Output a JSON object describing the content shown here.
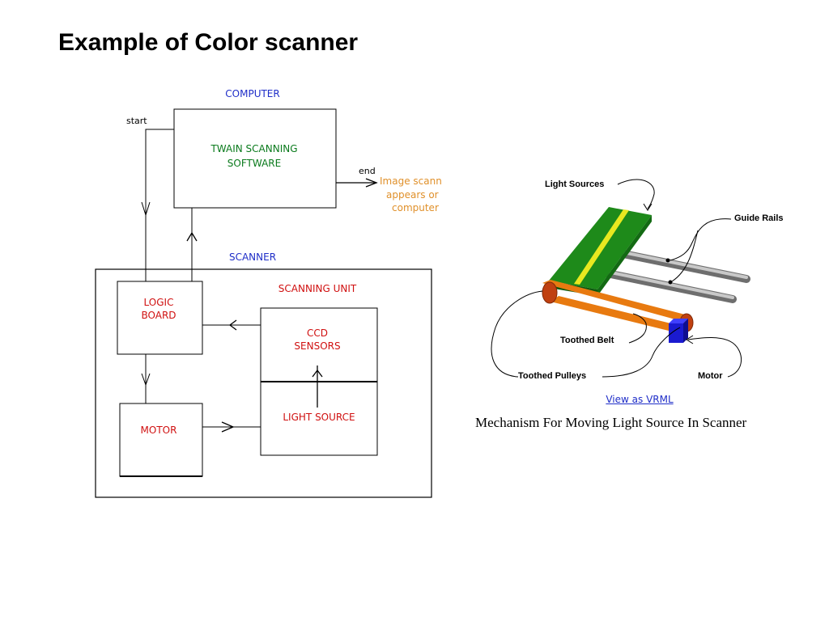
{
  "slide": {
    "title": "Example of Color scanner"
  },
  "block_diagram": {
    "computer_label": "COMPUTER",
    "start_label": "start",
    "software_line1": "TWAIN SCANNING",
    "software_line2": "SOFTWARE",
    "end_label": "end",
    "output_line1": "Image scann",
    "output_line2": "appears or",
    "output_line3": "computer",
    "scanner_label": "SCANNER",
    "scanning_unit_label": "SCANNING UNIT",
    "logic_line1": "LOGIC",
    "logic_line2": "BOARD",
    "ccd_line1": "CCD",
    "ccd_line2": "SENSORS",
    "light_source_label": "LIGHT SOURCE",
    "motor_label": "MOTOR"
  },
  "mechanism": {
    "light_sources": "Light Sources",
    "guide_rails": "Guide Rails",
    "toothed_belt": "Toothed Belt",
    "toothed_pulleys": "Toothed Pulleys",
    "motor": "Motor",
    "vrml_link": "View as VRML",
    "caption": "Mechanism For Moving Light Source In Scanner"
  },
  "colors": {
    "blue_label": "#1f2ec8",
    "green_label": "#0a7a1c",
    "red_label": "#d01010",
    "orange_label": "#e0902a",
    "carriage_green": "#1e8a1a",
    "carriage_stripe": "#e8e820",
    "belt_orange": "#e87a10",
    "motor_blue": "#1a1ad0"
  }
}
